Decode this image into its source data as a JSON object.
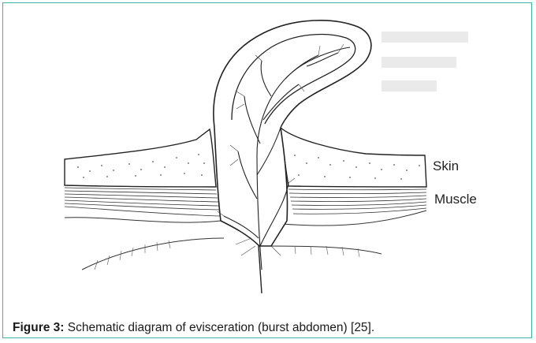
{
  "figure": {
    "caption_label": "Figure 3:",
    "caption_text": " Schematic diagram of evisceration (burst abdomen) [25].",
    "accent_color": "#3bb3a6"
  },
  "diagram": {
    "labels": {
      "skin": "Skin",
      "muscle": "Muscle"
    }
  }
}
